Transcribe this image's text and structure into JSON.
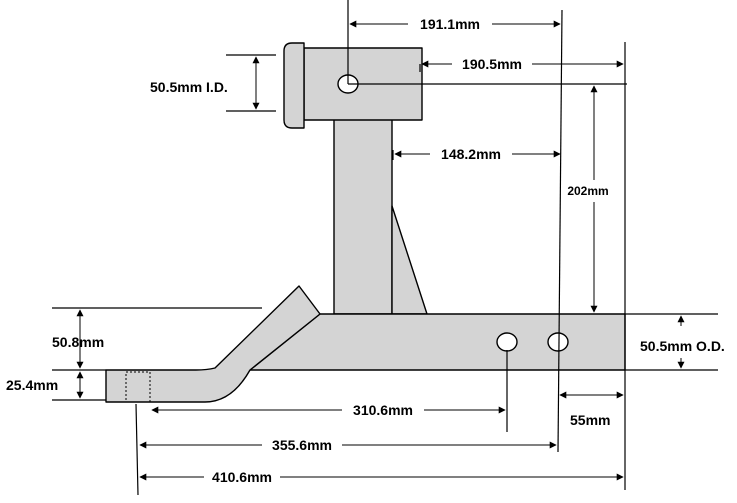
{
  "dimensions": {
    "top_width": "191.1mm",
    "top_offset": "190.5mm",
    "riser_offset": "148.2mm",
    "height": "202mm",
    "id_label": "50.5mm I.D.",
    "od_label": "50.5mm O.D.",
    "drop": "50.8mm",
    "shank_thickness": "25.4mm",
    "hole1_distance": "310.6mm",
    "hole2_distance": "355.6mm",
    "overall_length": "410.6mm",
    "end_to_hole": "55mm"
  }
}
